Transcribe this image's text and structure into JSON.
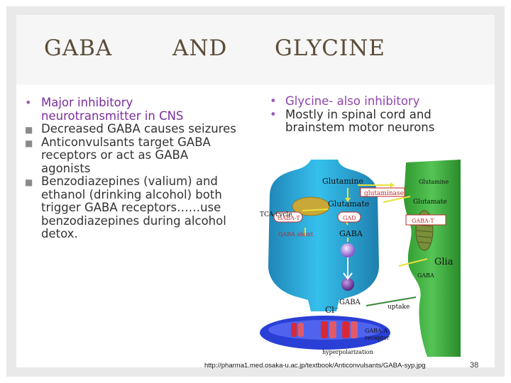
{
  "title": {
    "word1": "GABA",
    "word2": "AND",
    "word3": "GLYCINE"
  },
  "left_bullets": [
    "Major inhibitory neurotransmitter in CNS",
    "Decreased GABA causes seizures",
    "Anticonvulsants target GABA receptors or act as GABA agonists",
    "Benzodiazepines (valium) and ethanol (drinking alcohol) both trigger GABA receptors……use benzodiazepines during alcohol detox."
  ],
  "right_bullets": [
    "Glycine- also inhibitory",
    "Mostly in spinal cord and brainstem motor neurons"
  ],
  "figure": {
    "glutamine": "Glutamine",
    "glutaminase": "glutaminase",
    "glutamate": "Glutamate",
    "tca_cycle": "TCA cycle",
    "gaba_t": "GABA-T",
    "gad": "GAD",
    "gaba_shunt": "GABA shunt",
    "gaba": "GABA",
    "glia": "Glia",
    "glia_glutamine": "Glutamine",
    "glia_glutamate": "Glutamate",
    "glia_gaba_t": "GABA-T",
    "glia_gaba": "GABA",
    "cleft_gaba": "GABA",
    "uptake": "uptake",
    "cl": "Cl⁻",
    "gaba_a_receptor": "GABA A\nreceptor",
    "hyperpolarization": "hyperpolarization"
  },
  "caption": "http://pharma1.med.osaka-u.ac.jp/textbook/Anticonvulsants/GABA-syp.jpg",
  "page_number": "38",
  "colors": {
    "title": "#5c4d3a",
    "bullet_purple": "#9b59b6",
    "neuron": "#2aa7d6",
    "glia": "#3aa83a",
    "postsynaptic": "#2a3fd6"
  }
}
